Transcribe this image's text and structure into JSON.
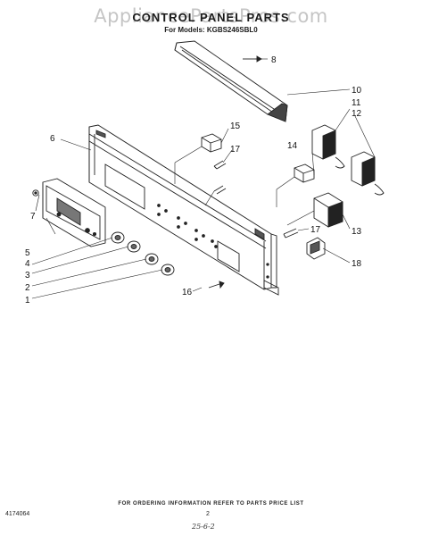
{
  "header": {
    "watermark": "AppliancePartsPros.com",
    "title": "CONTROL PANEL PARTS",
    "subtitle": "For Models: KGBS246SBL0"
  },
  "callouts": [
    {
      "id": "c1",
      "label": "1"
    },
    {
      "id": "c2",
      "label": "2"
    },
    {
      "id": "c3",
      "label": "3"
    },
    {
      "id": "c4",
      "label": "4"
    },
    {
      "id": "c5",
      "label": "5"
    },
    {
      "id": "c6",
      "label": "6"
    },
    {
      "id": "c7",
      "label": "7"
    },
    {
      "id": "c8",
      "label": "8"
    },
    {
      "id": "c10",
      "label": "10"
    },
    {
      "id": "c11",
      "label": "11"
    },
    {
      "id": "c12",
      "label": "12"
    },
    {
      "id": "c13",
      "label": "13"
    },
    {
      "id": "c14",
      "label": "14"
    },
    {
      "id": "c15",
      "label": "15"
    },
    {
      "id": "c16",
      "label": "16"
    },
    {
      "id": "c17a",
      "label": "17"
    },
    {
      "id": "c17b",
      "label": "17"
    },
    {
      "id": "c18",
      "label": "18"
    }
  ],
  "footer": {
    "ordering_note": "FOR ORDERING INFORMATION REFER TO PARTS PRICE LIST",
    "doc_number": "4174064",
    "page_number": "2",
    "handwritten": "25-6-2"
  }
}
